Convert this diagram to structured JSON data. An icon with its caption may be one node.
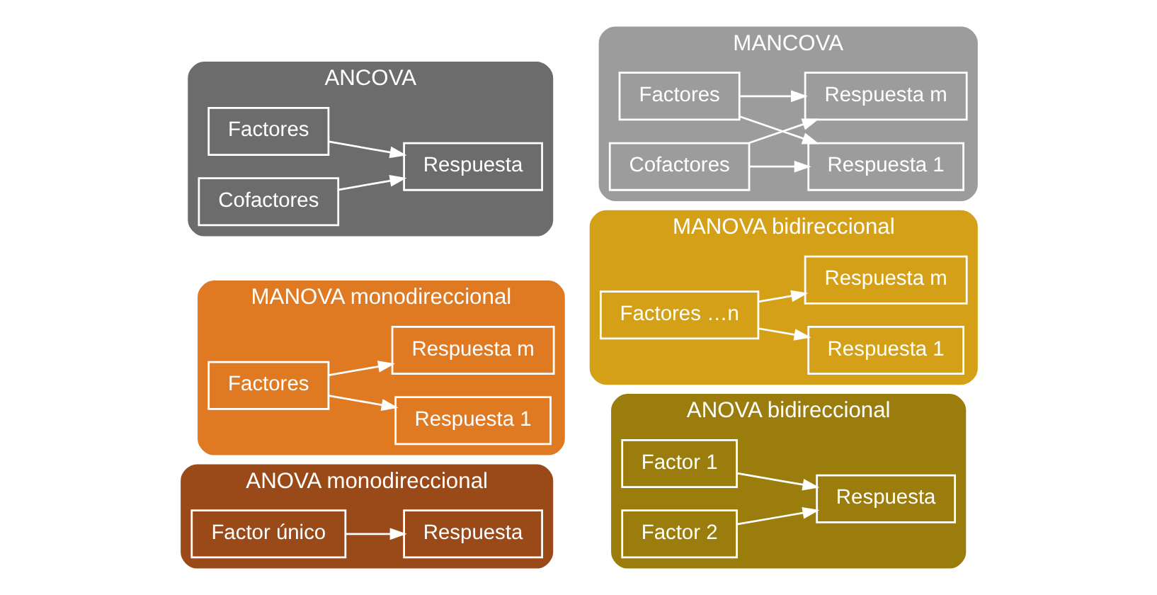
{
  "diagram": {
    "nodes": [
      {
        "text": [
          "ANOVA monodireccional"
        ]
      },
      {
        "text": [
          "Factor único"
        ],
        "in": 0
      },
      {
        "text": [
          "Respuesta"
        ],
        "in": 0
      },
      {
        "text": [
          "ANOVA bidireccional"
        ]
      },
      {
        "text": [
          "Factor 1"
        ],
        "in": 3
      },
      {
        "text": [
          "Factor 2"
        ],
        "in": 3
      },
      {
        "text": [
          "Respuesta"
        ],
        "in": 3
      },
      {
        "text": [
          "MANOVA monodireccional"
        ]
      },
      {
        "text": [
          "Factores"
        ],
        "in": 7
      },
      {
        "text": [
          "Respuesta 1"
        ],
        "in": 7
      },
      {
        "text": [
          "Respuesta m"
        ],
        "in": 7
      },
      {
        "text": [
          "MANOVA bidireccional"
        ]
      },
      {
        "text": [
          "Factores …n"
        ],
        "in": 11
      },
      {
        "text": [
          "Respuesta 1"
        ],
        "in": 11
      },
      {
        "text": [
          "Respuesta m"
        ],
        "in": 11
      },
      {
        "text": [
          "ANCOVA"
        ]
      },
      {
        "text": [
          "Factores"
        ],
        "in": 15
      },
      {
        "text": [
          "Cofactores"
        ],
        "in": 15
      },
      {
        "text": [
          "Respuesta"
        ],
        "in": 15
      },
      {
        "text": [
          "MANCOVA"
        ]
      },
      {
        "text": [
          "Factores"
        ],
        "in": 19
      },
      {
        "text": [
          "Cofactores"
        ],
        "in": 19
      },
      {
        "text": [
          "Respuesta 1"
        ],
        "in": 19
      },
      {
        "text": [
          "Respuesta m"
        ],
        "in": 19
      }
    ],
    "edges": [
      {
        "from": 1,
        "to": 2,
        "arrow": "to"
      },
      {
        "from": 4,
        "to": 6,
        "arrow": "to"
      },
      {
        "from": 5,
        "to": 6,
        "arrow": "to"
      },
      {
        "from": 8,
        "to": 9,
        "arrow": "to"
      },
      {
        "from": 8,
        "to": 10,
        "arrow": "to"
      },
      {
        "from": 12,
        "to": 13,
        "arrow": "to"
      },
      {
        "from": 12,
        "to": 14,
        "arrow": "to"
      },
      {
        "from": 16,
        "to": 18,
        "arrow": "to"
      },
      {
        "from": 17,
        "to": 18,
        "arrow": "to"
      },
      {
        "from": 20,
        "to": 22,
        "arrow": "to"
      },
      {
        "from": 20,
        "to": 23,
        "arrow": "to"
      },
      {
        "from": 21,
        "to": 22,
        "arrow": "to"
      },
      {
        "from": 21,
        "to": 23,
        "arrow": "to"
      }
    ]
  }
}
